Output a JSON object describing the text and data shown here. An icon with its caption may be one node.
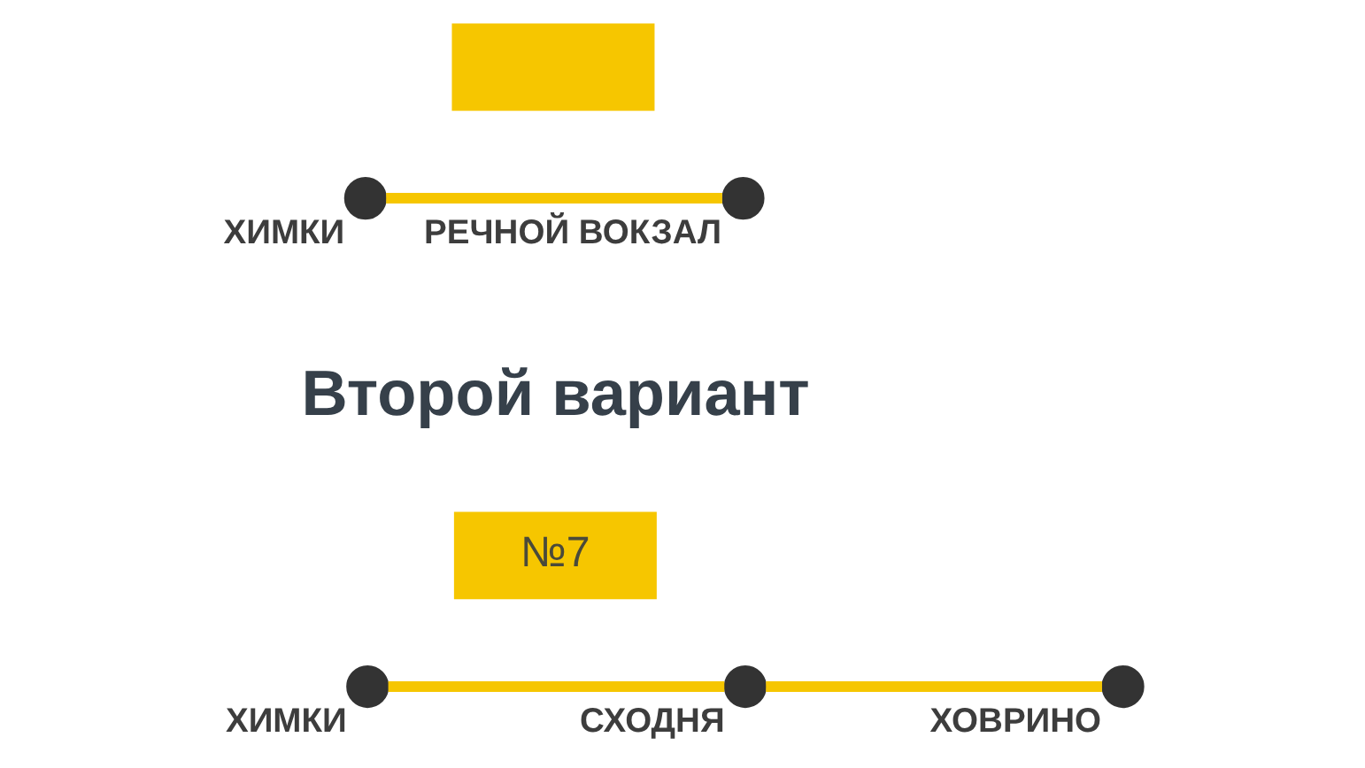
{
  "diagram": {
    "nodes": [
      {
        "text": [],
        "shape": "box"
      },
      {
        "text": [],
        "shape": "circle",
        "beside": [
          "ХИМКИ"
        ]
      },
      {
        "text": [],
        "shape": "circle",
        "beside": [
          "РЕЧНОЙ ВОКЗАЛ"
        ]
      },
      {
        "text": [
          "№7"
        ]
      },
      {
        "text": [],
        "shape": "circle",
        "beside": [
          "ХИМКИ"
        ]
      },
      {
        "text": [],
        "shape": "circle",
        "beside": [
          "СХОДНЯ"
        ]
      },
      {
        "text": [],
        "shape": "circle",
        "beside": [
          "ХОВРИНО"
        ]
      }
    ],
    "edges": [
      {
        "from": 1,
        "to": 2,
        "arrow": "none"
      },
      {
        "from": 4,
        "to": 5,
        "arrow": "none"
      },
      {
        "from": 5,
        "to": 6,
        "arrow": "none"
      }
    ],
    "labels": [
      "Второй вариант"
    ]
  }
}
